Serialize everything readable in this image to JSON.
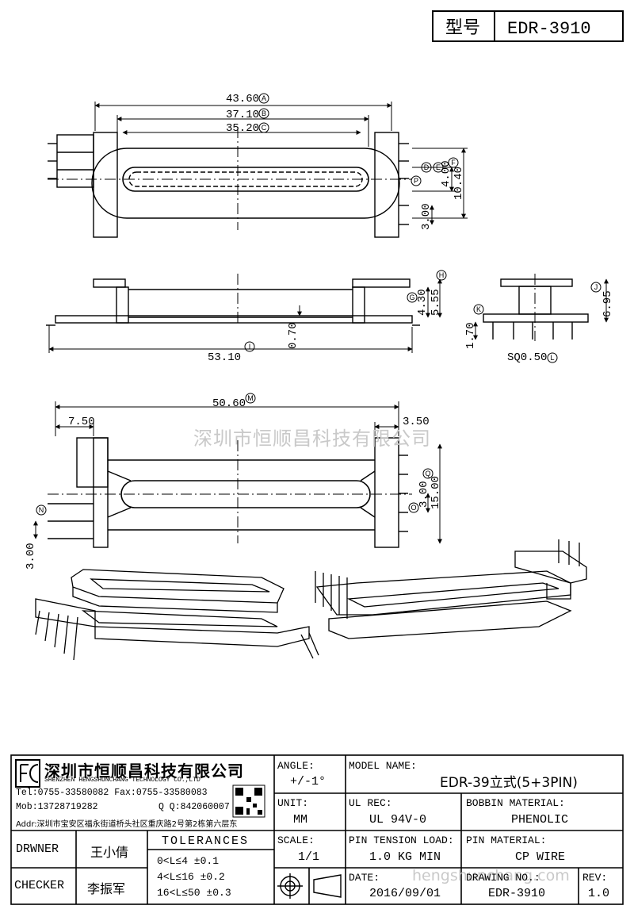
{
  "title_block_top": {
    "label": "型号",
    "value": "EDR-3910"
  },
  "dimensions": {
    "a": "43.60",
    "b": "37.10",
    "c": "35.20",
    "d": "4.00",
    "e": "10.40",
    "f": "3.00",
    "g": "4.30",
    "h": "5.55",
    "i": "0.70",
    "j": "53.10",
    "k": "6.95",
    "l": "1.70",
    "m": "SQ0.50",
    "n": "50.60",
    "o": "7.50",
    "p": "3.50",
    "q": "3.00",
    "r": "15.00",
    "s": "3.00"
  },
  "balloons": {
    "a": "A",
    "b": "B",
    "c": "C",
    "d": "D",
    "e": "E",
    "f": "F",
    "g": "G",
    "h": "H",
    "i": "I",
    "j": "J",
    "k": "K",
    "l": "L",
    "m": "M",
    "n": "N",
    "o": "O",
    "p": "P",
    "q": "Q"
  },
  "watermark": "深圳市恒顺昌科技有限公司",
  "watermark2": "hengshunchang.com",
  "company": {
    "name_cn": "深圳市恒顺昌科技有限公司",
    "name_en": "SHENZHEN HENGSHUNCHANG TECHNOLOGY CO.,LTD",
    "tel": "Tel:0755-33580082 Fax:0755-33580083",
    "mob": "Mob:13728719282",
    "qq": "Q Q:842060007",
    "addr": "Addr:深圳市宝安区福永街道桥头社区重庆路2号第2栋第六层东"
  },
  "title_block": {
    "angle_label": "ANGLE:",
    "angle_value": "+/-1°",
    "unit_label": "UNIT:",
    "unit_value": "MM",
    "scale_label": "SCALE:",
    "scale_value": "1/1",
    "model_label": "MODEL NAME:",
    "model_value": "EDR-39立式(5+3PIN)",
    "ulrec_label": "UL REC:",
    "ulrec_value": "UL 94V-0",
    "bobbin_label": "BOBBIN MATERIAL:",
    "bobbin_value": "PHENOLIC",
    "pin_tension_label": "PIN TENSION LOAD:",
    "pin_tension_value": "1.0 KG MIN",
    "pin_material_label": "PIN MATERIAL:",
    "pin_material_value": "CP WIRE",
    "date_label": "DATE:",
    "date_value": "2016/09/01",
    "drawing_label": "DRAWING NO.:",
    "drawing_value": "EDR-3910",
    "rev_label": "REV:",
    "rev_value": "1.0",
    "drawer_label": "DRWNER",
    "drawer_value": "王小倩",
    "checker_label": "CHECKER",
    "checker_value": "李振军",
    "tol_label": "TOLERANCES",
    "tol_1": "0<L≤4   ±0.1",
    "tol_2": "4<L≤16  ±0.2",
    "tol_3": "16<L≤50 ±0.3"
  }
}
